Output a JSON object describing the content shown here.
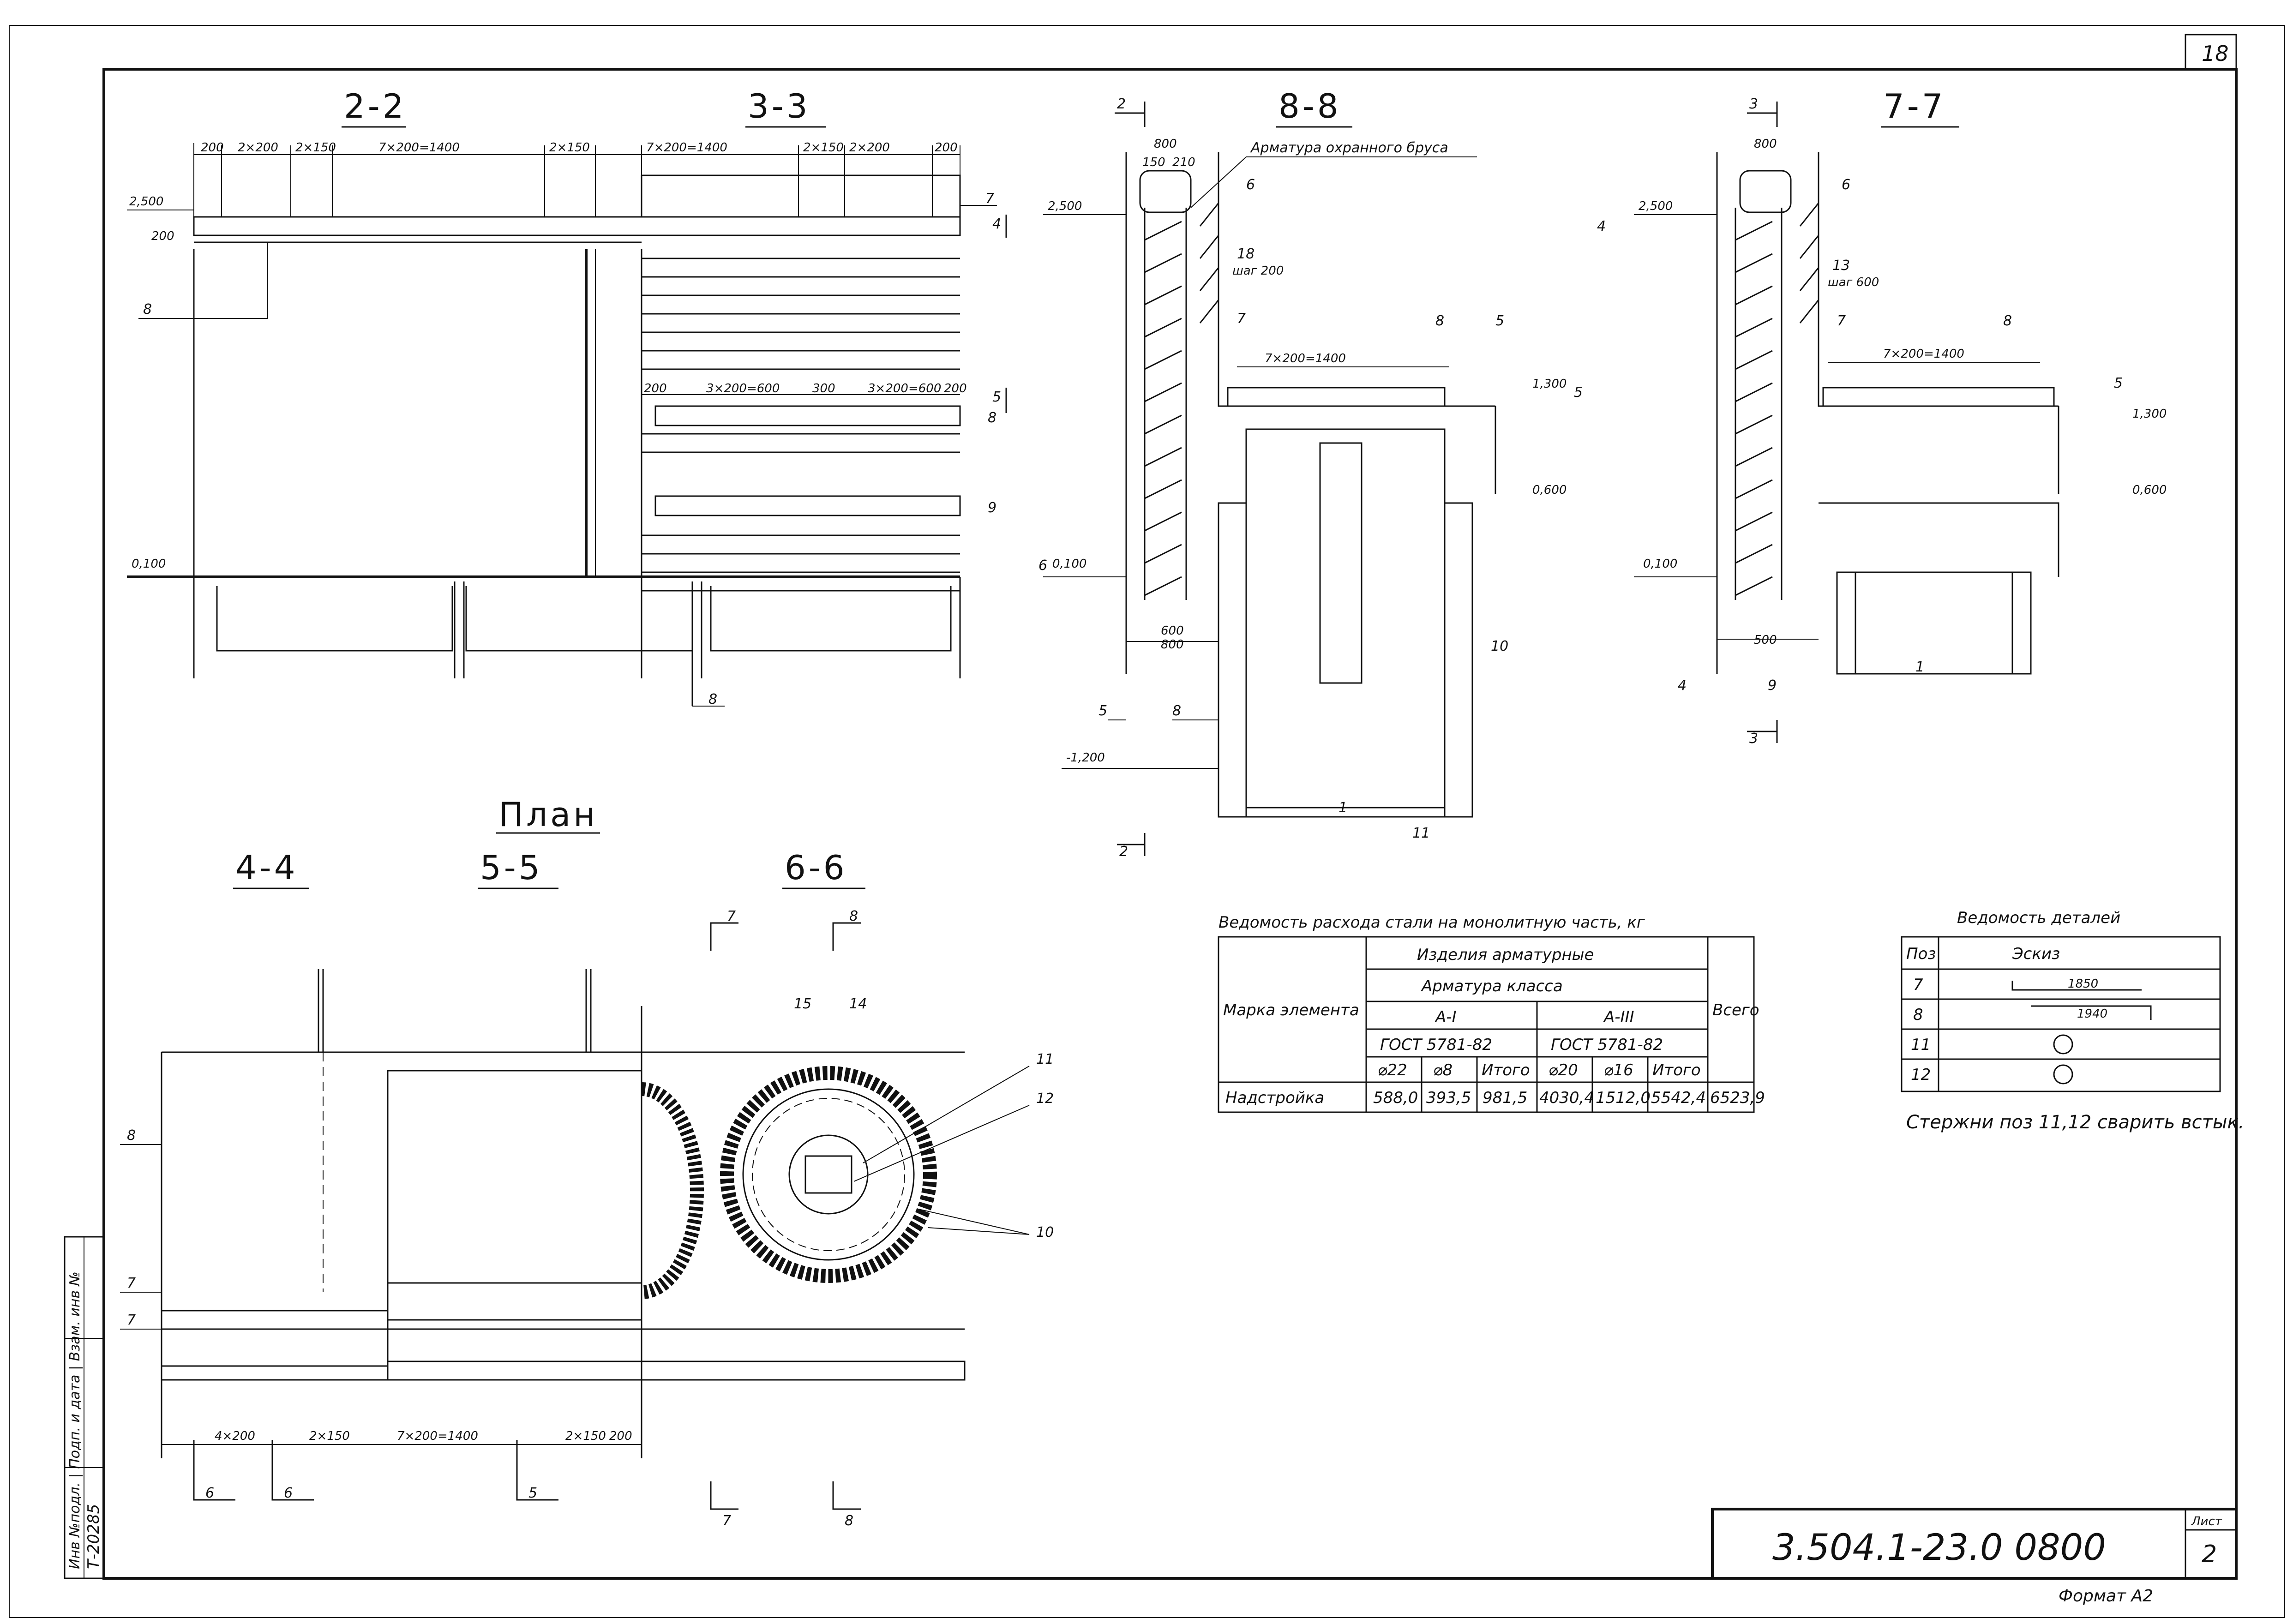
{
  "sheet": {
    "sheet_number_corner": "18",
    "doc_code": "3.504.1-23.0 0800",
    "list_label": "Лист",
    "list_number": "2",
    "format": "Формат А2",
    "inv_no": "Т-20285",
    "side_stamp": "Инв №подл. | Подп. и дата | Взам. инв №"
  },
  "sections": {
    "s22": "2-2",
    "s33": "3-3",
    "s88": "8-8",
    "s77": "7-7",
    "s44": "4-4",
    "s55": "5-5",
    "s66": "6-6",
    "plan": "План"
  },
  "labels_22_33": {
    "dims": [
      "200",
      "2×200",
      "2×150",
      "7×200=1400",
      "2×150",
      "7×200=1400",
      "2×150",
      "2×200",
      "200"
    ],
    "elev_top": "2,500",
    "elev_bottom": "0,100",
    "v200": "200",
    "pos8": "8",
    "pos7": "7",
    "pos8b": "8",
    "pos9": "9",
    "cut4": "4",
    "cut5": "5",
    "cut6": "6",
    "dims_mid": [
      "200",
      "3×200=600",
      "300",
      "3×200=600",
      "200"
    ]
  },
  "labels_88": {
    "note": "Арматура охранного бруса",
    "cut2": "2",
    "d800": "800",
    "d150": "150",
    "d210": "210",
    "pos6": "6",
    "pos18": "18",
    "step200": "шаг 200",
    "elev2500": "2,500",
    "elev1300": "1,300",
    "elev0600": "0,600",
    "elev0100": "0,100",
    "elevm1200": "-1,200",
    "d7x200": "7×200=1400",
    "pos7": "7",
    "pos8": "8",
    "pos5": "5",
    "pos10": "10",
    "pos11": "11",
    "d600": "600",
    "d800b": "800",
    "pos1": "1",
    "pos5b": "5",
    "pos8b": "8",
    "cut2b": "2"
  },
  "labels_77": {
    "cut3": "3",
    "d800": "800",
    "pos6": "6",
    "pos13": "13",
    "step": "шаг 600",
    "elev2500": "2,500",
    "elev1300": "1,300",
    "elev0600": "0,600",
    "elev0100": "0,100",
    "d7x200": "7×200=1400",
    "pos7": "7",
    "pos8": "8",
    "pos5": "5",
    "d500": "500",
    "pos1": "1",
    "pos4": "4",
    "pos9": "9",
    "cut3b": "3"
  },
  "labels_plan": {
    "pos8": "8",
    "pos7a": "7",
    "pos7b": "7",
    "pos15": "15",
    "pos14": "14",
    "pos11": "11",
    "pos12": "12",
    "pos10": "10",
    "cut7": "7",
    "cut8": "8",
    "cut7b": "7",
    "cut8b": "8",
    "pos6a": "6",
    "pos6b": "6",
    "pos5": "5",
    "dims": [
      "4×200",
      "2×150",
      "7×200=1400",
      "2×150",
      "200"
    ]
  },
  "steel_table": {
    "title": "Ведомость расхода стали на монолитную часть, кг",
    "col_mark": "Марка элемента",
    "col_items": "Изделия арматурные",
    "col_class": "Арматура класса",
    "col_total": "Всего",
    "cls_a1": "А-I",
    "cls_a3": "А-III",
    "gost1": "ГОСТ 5781-82",
    "gost2": "ГОСТ 5781-82",
    "sub_headers": [
      "⌀22",
      "⌀8",
      "Итого",
      "⌀20",
      "⌀16",
      "Итого"
    ],
    "rows": [
      {
        "mark": "Надстройка",
        "values": [
          "588,0",
          "393,5",
          "981,5",
          "4030,4",
          "1512,0",
          "5542,4",
          "6523,9"
        ]
      }
    ]
  },
  "details_table": {
    "title": "Ведомость деталей",
    "col_pos": "Поз",
    "col_sketch": "Эскиз",
    "rows": [
      {
        "pos": "7",
        "sketch_dim": "1850"
      },
      {
        "pos": "8",
        "sketch_dim": "1940"
      },
      {
        "pos": "11",
        "sketch_dim": ""
      },
      {
        "pos": "12",
        "sketch_dim": ""
      }
    ]
  },
  "note": "Стержни поз 11,12 сварить встык."
}
